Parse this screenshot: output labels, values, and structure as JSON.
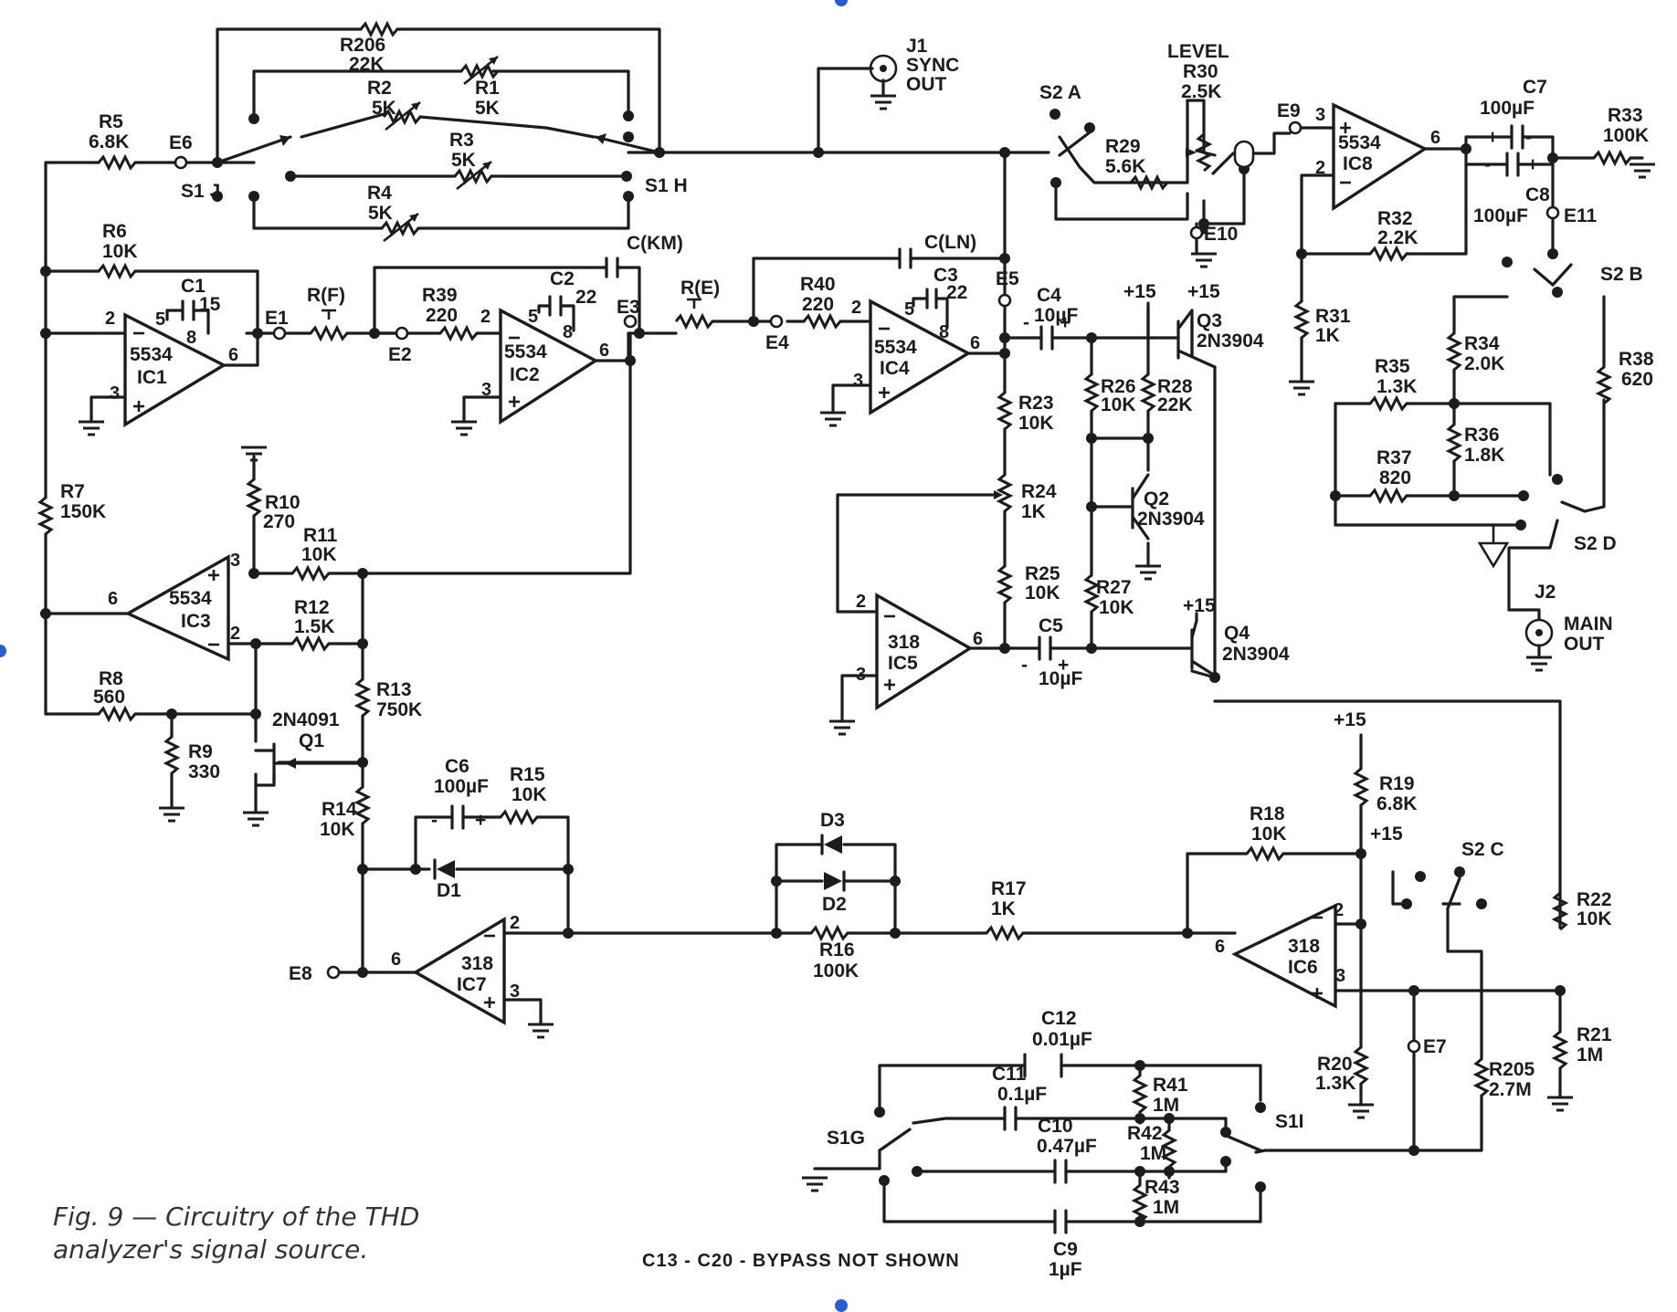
{
  "figure": {
    "caption_line1": "Fig. 9 — Circuitry of the THD",
    "caption_line2": "analyzer's  signal source.",
    "note": "C13 - C20 - BYPASS NOT SHOWN"
  },
  "ic_labels": {
    "ic1": [
      "5534",
      "IC1"
    ],
    "ic2": [
      "5534",
      "IC2"
    ],
    "ic3": [
      "5534",
      "IC3"
    ],
    "ic4": [
      "5534",
      "IC4"
    ],
    "ic5": [
      "318",
      "IC5"
    ],
    "ic6": [
      "318",
      "IC6"
    ],
    "ic7": [
      "318",
      "IC7"
    ],
    "ic8": [
      "5534",
      "IC8"
    ]
  },
  "parts": {
    "R206": [
      "R206",
      "22K"
    ],
    "R1": [
      "R1",
      "5K"
    ],
    "R2": [
      "R2",
      "5K"
    ],
    "R3": [
      "R3",
      "5K"
    ],
    "R4": [
      "R4",
      "5K"
    ],
    "R5": [
      "R5",
      "6.8K"
    ],
    "R6": [
      "R6",
      "10K"
    ],
    "R7": [
      "R7",
      "150K"
    ],
    "R8": [
      "R8",
      "560"
    ],
    "R9": [
      "R9",
      "330"
    ],
    "R10": [
      "R10",
      "270"
    ],
    "R11": [
      "R11",
      "10K"
    ],
    "R12": [
      "R12",
      "1.5K"
    ],
    "R13": [
      "R13",
      "750K"
    ],
    "R14": [
      "R14",
      "10K"
    ],
    "R15": [
      "R15",
      "10K"
    ],
    "R16": [
      "R16",
      "100K"
    ],
    "R17": [
      "R17",
      "1K"
    ],
    "R18": [
      "R18",
      "10K"
    ],
    "R19": [
      "R19",
      "6.8K"
    ],
    "R20": [
      "R20",
      "1.3K"
    ],
    "R21": [
      "R21",
      "1M"
    ],
    "R22": [
      "R22",
      "10K"
    ],
    "R23": [
      "R23",
      "10K"
    ],
    "R24": [
      "R24",
      "1K"
    ],
    "R25": [
      "R25",
      "10K"
    ],
    "R26": [
      "R26",
      "10K"
    ],
    "R27": [
      "R27",
      "10K"
    ],
    "R28": [
      "R28",
      "22K"
    ],
    "R29": [
      "R29",
      "5.6K"
    ],
    "R30": [
      "LEVEL",
      "R30",
      "2.5K"
    ],
    "R31": [
      "R31",
      "1K"
    ],
    "R32": [
      "R32",
      "2.2K"
    ],
    "R33": [
      "R33",
      "100K"
    ],
    "R34": [
      "R34",
      "2.0K"
    ],
    "R35": [
      "R35",
      "1.3K"
    ],
    "R36": [
      "R36",
      "1.8K"
    ],
    "R37": [
      "R37",
      "820"
    ],
    "R38": [
      "R38",
      "620"
    ],
    "R39": [
      "R39",
      "220"
    ],
    "R40": [
      "R40",
      "220"
    ],
    "R41": [
      "R41",
      "1M"
    ],
    "R42": [
      "R42",
      "1M"
    ],
    "R43": [
      "R43",
      "1M"
    ],
    "R205": [
      "R205",
      "2.7M"
    ],
    "RF": "R(F)",
    "RE": "R(E)",
    "C1": [
      "C1",
      "15"
    ],
    "C2": [
      "C2",
      "22"
    ],
    "C3": [
      "C3",
      "22"
    ],
    "C4": [
      "C4",
      "10µF"
    ],
    "C5": [
      "C5",
      "10µF"
    ],
    "C6": [
      "C6",
      "100µF"
    ],
    "C7": [
      "C7",
      "100µF"
    ],
    "C8": [
      "C8",
      "100µF"
    ],
    "C9": [
      "C9",
      "1µF"
    ],
    "C10": [
      "C10",
      "0.47µF"
    ],
    "C11": [
      "C11",
      "0.1µF"
    ],
    "C12": [
      "C12",
      "0.01µF"
    ],
    "CKM": "C(KM)",
    "CLN": "C(LN)",
    "Q1": [
      "2N4091",
      "Q1"
    ],
    "Q2": [
      "Q2",
      "2N3904"
    ],
    "Q3": [
      "Q3",
      "2N3904"
    ],
    "Q4": [
      "Q4",
      "2N3904"
    ],
    "D1": "D1",
    "D2": "D2",
    "D3": "D3",
    "J1": [
      "J1",
      "SYNC",
      "OUT"
    ],
    "J2": [
      "J2",
      "MAIN",
      "OUT"
    ],
    "S1J": "S1 J",
    "S1H": "S1 H",
    "S1G": "S1G",
    "S1I": "S1I",
    "S2A": "S2 A",
    "S2B": "S2 B",
    "S2C": "S2 C",
    "S2D": "S2 D",
    "E1": "E1",
    "E2": "E2",
    "E3": "E3",
    "E4": "E4",
    "E5": "E5",
    "E6": "E6",
    "E7": "E7",
    "E8": "E8",
    "E9": "E9",
    "E10": "E10",
    "E11": "E11",
    "V15": "+15",
    "pins": [
      "2",
      "3",
      "5",
      "6",
      "8"
    ],
    "polarity": [
      "+",
      "-"
    ]
  }
}
